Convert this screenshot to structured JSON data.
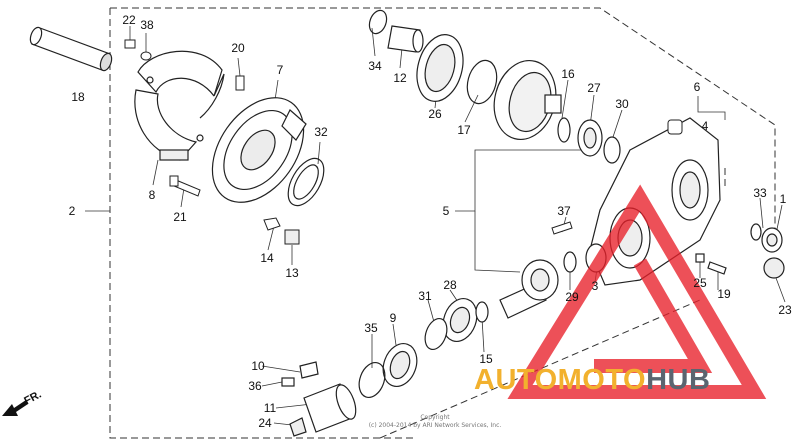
{
  "labels": {
    "p1": "1",
    "p2": "2",
    "p3": "3",
    "p4": "4",
    "p5": "5",
    "p6": "6",
    "p7": "7",
    "p8": "8",
    "p9": "9",
    "p10": "10",
    "p11": "11",
    "p12": "12",
    "p13": "13",
    "p14": "14",
    "p15": "15",
    "p16": "16",
    "p17": "17",
    "p18": "18",
    "p19": "19",
    "p20": "20",
    "p21": "21",
    "p22": "22",
    "p23": "23",
    "p24": "24",
    "p25": "25",
    "p26": "26",
    "p27": "27",
    "p28": "28",
    "p29": "29",
    "p30": "30",
    "p31": "31",
    "p32": "32",
    "p33": "33",
    "p34": "34",
    "p35": "35",
    "p36": "36",
    "p37": "37",
    "p38": "38"
  },
  "front_marker": "FR.",
  "copyright": {
    "line1": "Copyright",
    "line2": "(c) 2004-2014 by ARI Network Services, Inc."
  },
  "watermark": {
    "part1": "AUTO",
    "part2": "MOTO",
    "part3": "HUB",
    "colors": {
      "accent": "#f2b12e",
      "dark": "#5b6570",
      "triangle": "#e8202a"
    }
  }
}
